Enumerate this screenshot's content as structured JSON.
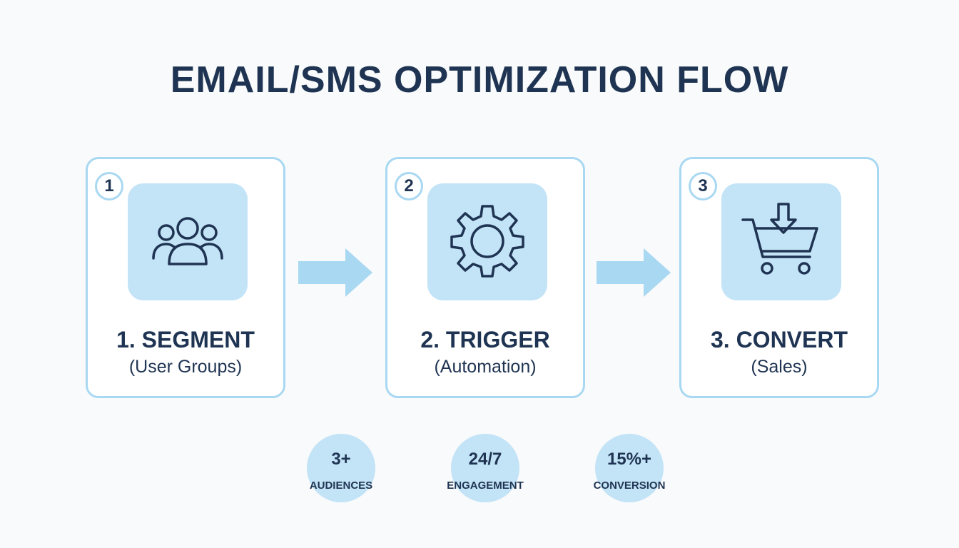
{
  "title": "EMAIL/SMS OPTIMIZATION FLOW",
  "colors": {
    "accent_light": "#c3e3f7",
    "border": "#a9d8f2",
    "text": "#1f3452",
    "arrow": "#a9d8f2"
  },
  "steps": [
    {
      "number": "1",
      "label": "1. SEGMENT",
      "sub": "(User Groups)",
      "icon": "users-icon"
    },
    {
      "number": "2",
      "label": "2. TRIGGER",
      "sub": "(Automation)",
      "icon": "gear-icon"
    },
    {
      "number": "3",
      "label": "3. CONVERT",
      "sub": "(Sales)",
      "icon": "shopping-cart-icon"
    }
  ],
  "stats": [
    {
      "value": "3+",
      "label": "AUDIENCES"
    },
    {
      "value": "24/7",
      "label": "ENGAGEMENT"
    },
    {
      "value": "15%+",
      "label": "CONVERSION"
    }
  ]
}
